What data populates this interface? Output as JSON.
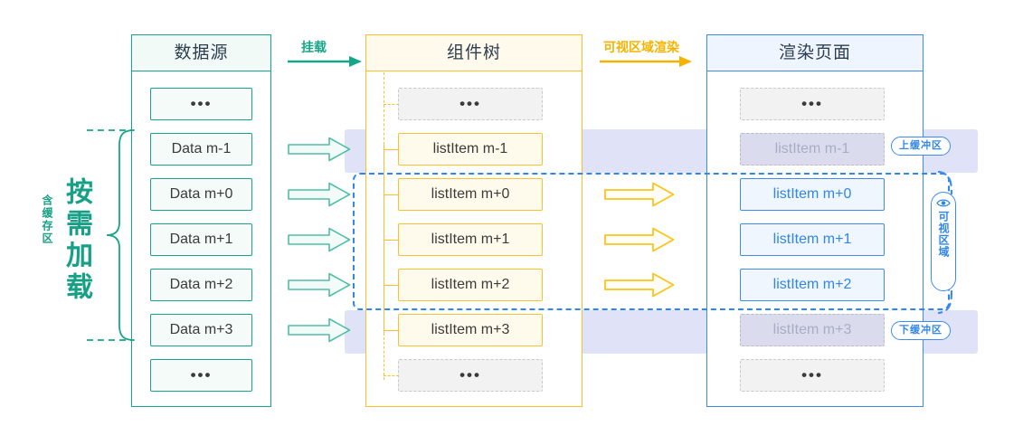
{
  "diagram": {
    "title_left": "数据源",
    "title_mid": "组件树",
    "title_right": "渲染页面"
  },
  "flow_labels": {
    "mount": "挂载",
    "render": "可视区域渲染"
  },
  "left_annotation": {
    "main": "按需加载",
    "sub": "含缓存区"
  },
  "badges": {
    "top_buffer": "上缓冲区",
    "bottom_buffer": "下缓冲区",
    "viewport": "可视区域",
    "eye_icon": "eye-icon"
  },
  "ellipsis": "•••",
  "columns": {
    "data_source": {
      "items": [
        {
          "label": "•••",
          "kind": "ellipsis"
        },
        {
          "label": "Data m-1",
          "kind": "normal"
        },
        {
          "label": "Data m+0",
          "kind": "normal"
        },
        {
          "label": "Data m+1",
          "kind": "normal"
        },
        {
          "label": "Data m+2",
          "kind": "normal"
        },
        {
          "label": "Data m+3",
          "kind": "normal"
        },
        {
          "label": "•••",
          "kind": "ellipsis"
        }
      ]
    },
    "component_tree": {
      "items": [
        {
          "label": "•••",
          "kind": "ellipsis"
        },
        {
          "label": "listItem m-1",
          "kind": "normal"
        },
        {
          "label": "listItem m+0",
          "kind": "normal"
        },
        {
          "label": "listItem m+1",
          "kind": "normal"
        },
        {
          "label": "listItem m+2",
          "kind": "normal"
        },
        {
          "label": "listItem m+3",
          "kind": "normal"
        },
        {
          "label": "•••",
          "kind": "ellipsis"
        }
      ]
    },
    "render_page": {
      "items": [
        {
          "label": "•••",
          "kind": "ellipsis"
        },
        {
          "label": "listItem m-1",
          "kind": "ghost"
        },
        {
          "label": "listItem m+0",
          "kind": "active"
        },
        {
          "label": "listItem m+1",
          "kind": "active"
        },
        {
          "label": "listItem m+2",
          "kind": "active"
        },
        {
          "label": "listItem m+3",
          "kind": "ghost"
        },
        {
          "label": "•••",
          "kind": "ellipsis"
        }
      ]
    }
  },
  "colors": {
    "teal": "#17a589",
    "yellow": "#fbc02d",
    "blue": "#3d8bf2",
    "buffer_band": "#e0e3f7",
    "ghost_text": "#a9adc4"
  }
}
